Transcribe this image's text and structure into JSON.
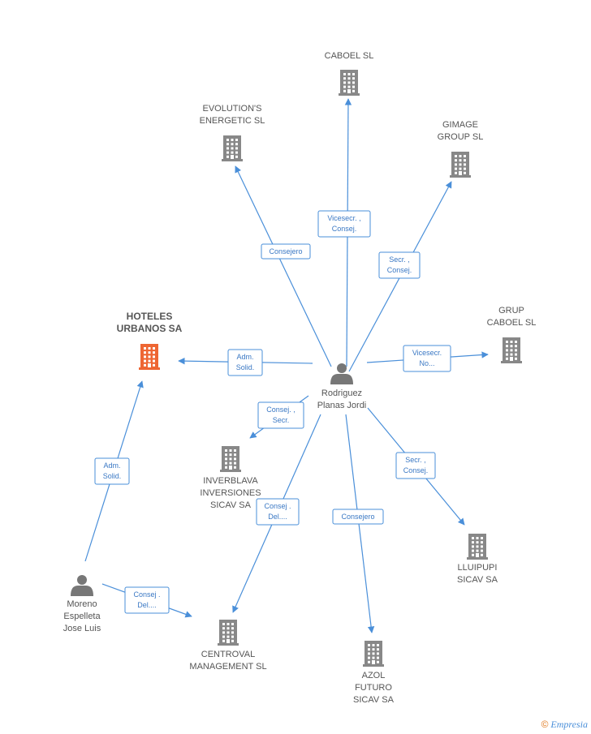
{
  "colors": {
    "edge": "#4a8fd9",
    "company": "#888888",
    "company_highlight": "#ee6633",
    "person": "#777777"
  },
  "nodes": [
    {
      "id": "caboel",
      "type": "company",
      "label": [
        "CABOEL SL"
      ]
    },
    {
      "id": "evolutions",
      "type": "company",
      "label": [
        "EVOLUTION'S",
        "ENERGETIC SL"
      ]
    },
    {
      "id": "gimage",
      "type": "company",
      "label": [
        "GIMAGE",
        "GROUP  SL"
      ]
    },
    {
      "id": "hoteles",
      "type": "company",
      "highlight": true,
      "label": [
        "HOTELES",
        "URBANOS SA"
      ]
    },
    {
      "id": "grup",
      "type": "company",
      "label": [
        "GRUP",
        "CABOEL SL"
      ]
    },
    {
      "id": "rodriguez",
      "type": "person",
      "label": [
        "Rodriguez",
        "Planas Jordi"
      ]
    },
    {
      "id": "inverblava",
      "type": "company",
      "label": [
        "INVERBLAVA",
        "INVERSIONES",
        "SICAV SA"
      ]
    },
    {
      "id": "lluipupi",
      "type": "company",
      "label": [
        "LLUIPUPI",
        "SICAV SA"
      ]
    },
    {
      "id": "moreno",
      "type": "person",
      "label": [
        "Moreno",
        "Espelleta",
        "Jose Luis"
      ]
    },
    {
      "id": "centroval",
      "type": "company",
      "label": [
        "CENTROVAL",
        "MANAGEMENT SL"
      ]
    },
    {
      "id": "azol",
      "type": "company",
      "label": [
        "AZOL",
        "FUTURO",
        "SICAV SA"
      ]
    }
  ],
  "edges": [
    {
      "from": "rodriguez",
      "to": "caboel",
      "label": [
        "Vicesecr. ,",
        "Consej."
      ]
    },
    {
      "from": "rodriguez",
      "to": "evolutions",
      "label": [
        "Consejero"
      ]
    },
    {
      "from": "rodriguez",
      "to": "gimage",
      "label": [
        "Secr. ,",
        "Consej."
      ]
    },
    {
      "from": "rodriguez",
      "to": "hoteles",
      "label": [
        "Adm.",
        "Solid."
      ]
    },
    {
      "from": "rodriguez",
      "to": "grup",
      "label": [
        "Vicesecr.",
        "No..."
      ]
    },
    {
      "from": "rodriguez",
      "to": "inverblava",
      "label": [
        "Consej. ,",
        "Secr."
      ]
    },
    {
      "from": "rodriguez",
      "to": "lluipupi",
      "label": [
        "Secr. ,",
        "Consej."
      ]
    },
    {
      "from": "rodriguez",
      "to": "centroval",
      "label": [
        "Consej .",
        "Del...."
      ]
    },
    {
      "from": "rodriguez",
      "to": "azol",
      "label": [
        "Consejero"
      ]
    },
    {
      "from": "moreno",
      "to": "hoteles",
      "label": [
        "Adm.",
        "Solid."
      ]
    },
    {
      "from": "moreno",
      "to": "centroval",
      "label": [
        "Consej .",
        "Del...."
      ]
    }
  ],
  "footer": {
    "copyright": "©",
    "brand_initial": "E",
    "brand_rest": "mpresia"
  }
}
